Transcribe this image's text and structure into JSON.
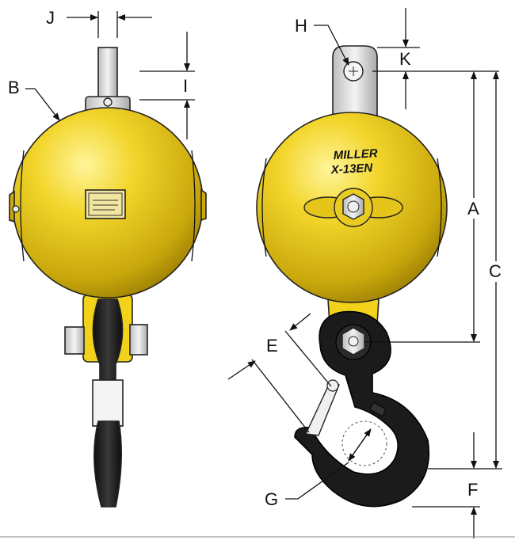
{
  "diagram": {
    "labels": {
      "J": "J",
      "B": "B",
      "H": "H",
      "K": "K",
      "I": "I",
      "A": "A",
      "C": "C",
      "E": "E",
      "F": "F",
      "G": "G"
    },
    "brand": {
      "line1": "MILLER",
      "line2": "X-13EN"
    },
    "colors": {
      "ball": "#e8c81a",
      "ball_shadow": "#a88a05",
      "yoke": "#f2d21a",
      "hook": "#1c1c1c",
      "metal": "#d8d8d8"
    }
  }
}
